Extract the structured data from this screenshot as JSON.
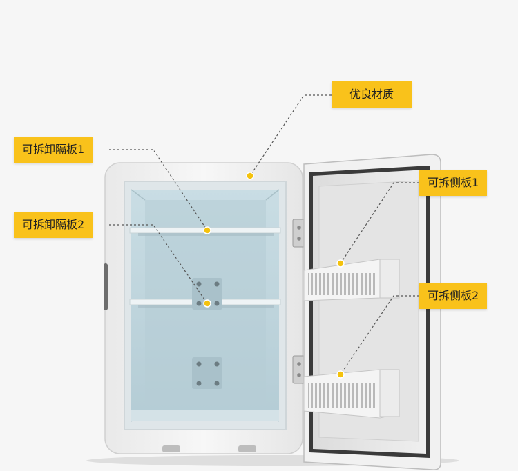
{
  "colors": {
    "label_bg": "#f9c21b",
    "dot": "#f4c20d",
    "leader_line": "#555555",
    "cabinet_shell": "#f2f2f2",
    "interior": "#bcd4dc",
    "door_panel": "#e8e8e8"
  },
  "callouts": {
    "material": "优良材质",
    "shelf_1": "可拆卸隔板1",
    "shelf_2": "可拆卸隔板2",
    "side_panel_1": "可拆侧板1",
    "side_panel_2": "可拆侧板2"
  }
}
